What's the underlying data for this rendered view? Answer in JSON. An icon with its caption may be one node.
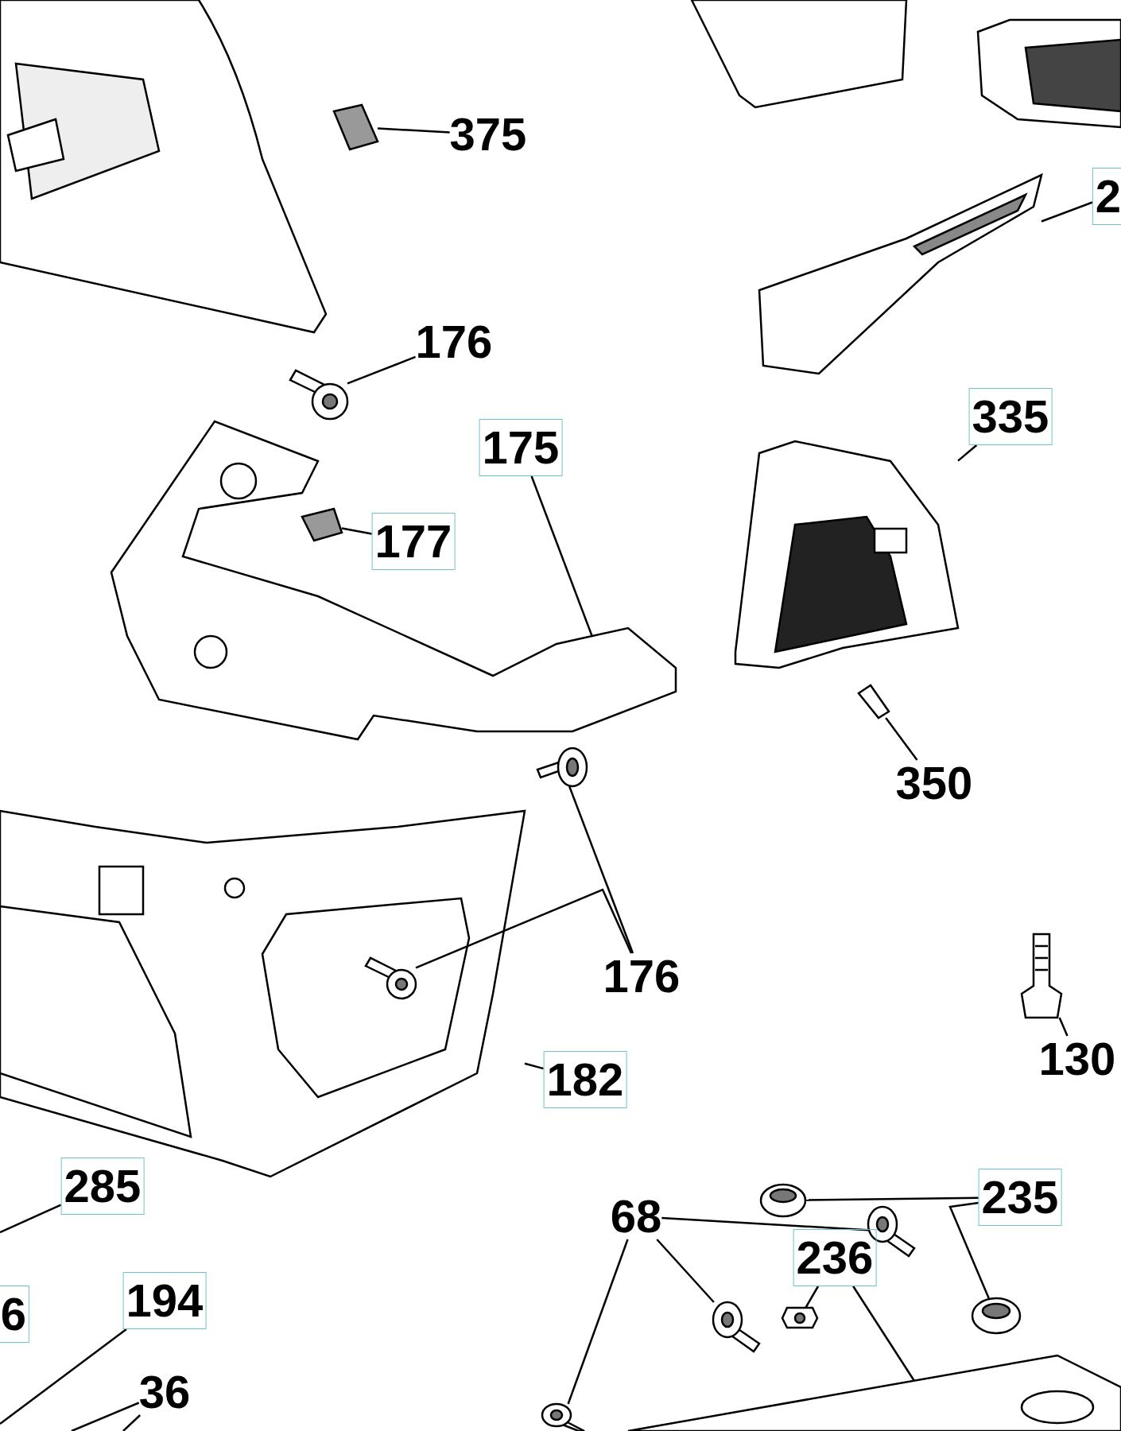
{
  "diagram": {
    "nodes": [
      {
        "text": [
          "375"
        ]
      },
      {
        "text": [
          "2"
        ]
      },
      {
        "text": [
          "176"
        ]
      },
      {
        "text": [
          "335"
        ]
      },
      {
        "text": [
          "175"
        ]
      },
      {
        "text": [
          "177"
        ]
      },
      {
        "text": [
          "350"
        ]
      },
      {
        "text": [
          "176"
        ]
      },
      {
        "text": [
          "130"
        ]
      },
      {
        "text": [
          "182"
        ]
      },
      {
        "text": [
          "285"
        ]
      },
      {
        "text": [
          "235"
        ]
      },
      {
        "text": [
          "68"
        ]
      },
      {
        "text": [
          "236"
        ]
      },
      {
        "text": [
          "6"
        ]
      },
      {
        "text": [
          "194"
        ]
      },
      {
        "text": [
          "36"
        ]
      },
      {
        "text": [],
        "shape": "picture"
      },
      {
        "text": [],
        "shape": "picture"
      },
      {
        "text": [],
        "shape": "picture"
      },
      {
        "text": [],
        "shape": "picture"
      },
      {
        "text": [],
        "shape": "picture"
      },
      {
        "text": [],
        "shape": "picture"
      },
      {
        "text": [],
        "shape": "picture"
      },
      {
        "text": [],
        "shape": "picture"
      },
      {
        "text": [],
        "shape": "picture",
        "in": 27
      },
      {
        "text": [],
        "shape": "picture"
      },
      {
        "text": [],
        "shape": "picture"
      },
      {
        "text": [],
        "shape": "picture"
      },
      {
        "text": [],
        "shape": "picture"
      },
      {
        "text": [],
        "shape": "picture"
      },
      {
        "text": [],
        "shape": "picture"
      },
      {
        "text": [],
        "shape": "picture"
      },
      {
        "text": [],
        "shape": "picture"
      },
      {
        "text": [],
        "shape": "picture"
      }
    ],
    "edges": [
      {
        "from": 0,
        "to": 17,
        "arrow": "none"
      },
      {
        "from": 1,
        "to": 18,
        "arrow": "none"
      },
      {
        "from": 2,
        "to": 19,
        "arrow": "none"
      },
      {
        "from": 3,
        "to": 20,
        "arrow": "none"
      },
      {
        "from": 4,
        "to": 21,
        "arrow": "none"
      },
      {
        "from": 5,
        "to": 22,
        "arrow": "none"
      },
      {
        "from": 6,
        "to": 23,
        "arrow": "none"
      },
      {
        "from": 7,
        "to": 24,
        "arrow": "none"
      },
      {
        "from": 7,
        "to": 25,
        "arrow": "none"
      },
      {
        "from": 8,
        "to": 26,
        "arrow": "none"
      },
      {
        "from": 9,
        "to": 27,
        "arrow": "none"
      },
      {
        "from": 10,
        "to": null,
        "arrow": "none"
      },
      {
        "from": 11,
        "to": 28,
        "arrow": "none"
      },
      {
        "from": 11,
        "to": 29,
        "arrow": "none"
      },
      {
        "from": 12,
        "to": 30,
        "arrow": "none"
      },
      {
        "from": 12,
        "to": 31,
        "arrow": "none"
      },
      {
        "from": 12,
        "to": 32,
        "arrow": "none"
      },
      {
        "from": 13,
        "to": 33,
        "arrow": "none"
      },
      {
        "from": 13,
        "to": 34,
        "arrow": "none"
      },
      {
        "from": 15,
        "to": null,
        "arrow": "none"
      },
      {
        "from": 16,
        "to": null,
        "arrow": "none"
      },
      {
        "from": 16,
        "to": null,
        "arrow": "none"
      }
    ]
  }
}
